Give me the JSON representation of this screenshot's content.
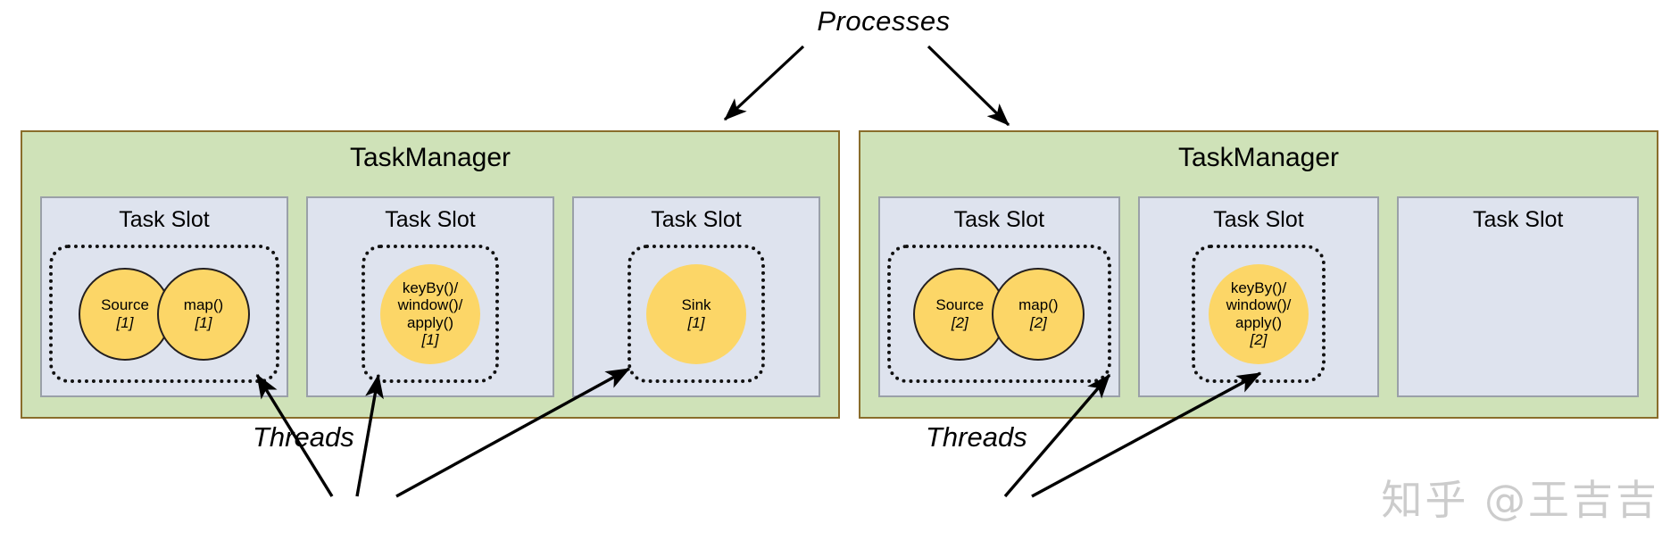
{
  "diagram": {
    "top_label": "Processes",
    "threads_label_left": "Threads",
    "threads_label_right": "Threads",
    "watermark": "知乎 @王吉吉",
    "colors": {
      "taskmanager_fill": "#cfe2b8",
      "taskmanager_border": "#8a6d2b",
      "task_slot_fill": "#dee3ee",
      "task_slot_border": "#9aa0a8",
      "operator_fill": "#fcd667",
      "operator_border": "#231f20",
      "thread_border": "#111111",
      "arrow": "#000000",
      "watermark": "#cccccc"
    }
  },
  "taskmanagers": [
    {
      "title": "TaskManager",
      "slots": [
        {
          "title": "Task Slot",
          "occupied": true,
          "thread_style": "wide-pair",
          "operators": [
            {
              "lines": [
                "Source"
              ],
              "subscript": "[1]",
              "bordered": true
            },
            {
              "lines": [
                "map()"
              ],
              "subscript": "[1]",
              "bordered": true
            }
          ]
        },
        {
          "title": "Task Slot",
          "occupied": true,
          "thread_style": "narrow",
          "operators": [
            {
              "lines": [
                "keyBy()/",
                "window()/",
                "apply()"
              ],
              "subscript": "[1]",
              "bordered": false
            }
          ]
        },
        {
          "title": "Task Slot",
          "occupied": true,
          "thread_style": "narrow",
          "operators": [
            {
              "lines": [
                "Sink"
              ],
              "subscript": "[1]",
              "bordered": false
            }
          ]
        }
      ]
    },
    {
      "title": "TaskManager",
      "slots": [
        {
          "title": "Task Slot",
          "occupied": true,
          "thread_style": "wide-pair",
          "operators": [
            {
              "lines": [
                "Source"
              ],
              "subscript": "[2]",
              "bordered": true
            },
            {
              "lines": [
                "map()"
              ],
              "subscript": "[2]",
              "bordered": true
            }
          ]
        },
        {
          "title": "Task Slot",
          "occupied": true,
          "thread_style": "narrow",
          "operators": [
            {
              "lines": [
                "keyBy()/",
                "window()/",
                "apply()"
              ],
              "subscript": "[2]",
              "bordered": false
            }
          ]
        },
        {
          "title": "Task Slot",
          "occupied": false,
          "thread_style": "none",
          "operators": []
        }
      ]
    }
  ]
}
